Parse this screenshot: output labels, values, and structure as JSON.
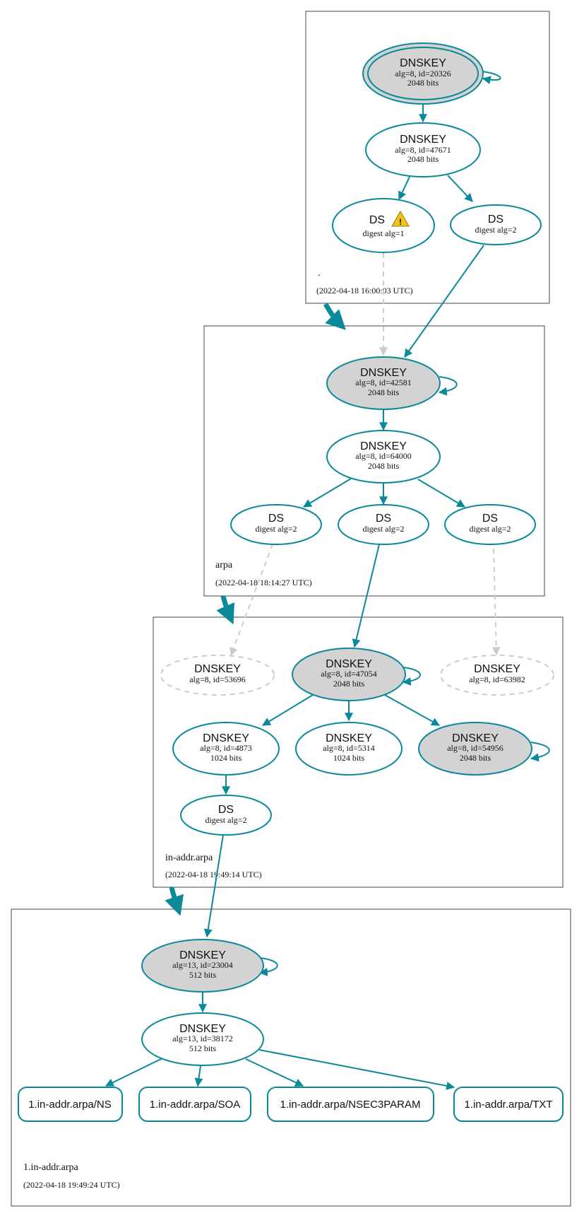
{
  "colors": {
    "edge": "#0a8a99",
    "insecure_edge": "#cccccc",
    "sep_fill": "#d3d3d3",
    "node_fill": "#ffffff",
    "warning": "#f2c418"
  },
  "zones": {
    "root": {
      "name": ".",
      "timestamp": "(2022-04-18 16:00:03 UTC)"
    },
    "arpa": {
      "name": "arpa",
      "timestamp": "(2022-04-18 18:14:27 UTC)"
    },
    "inaddr": {
      "name": "in-addr.arpa",
      "timestamp": "(2022-04-18 19:49:14 UTC)"
    },
    "one": {
      "name": "1.in-addr.arpa",
      "timestamp": "(2022-04-18 19:49:24 UTC)"
    }
  },
  "nodes": {
    "root_ksk": {
      "title": "DNSKEY",
      "line1": "alg=8, id=20326",
      "line2": "2048 bits"
    },
    "root_zsk": {
      "title": "DNSKEY",
      "line1": "alg=8, id=47671",
      "line2": "2048 bits"
    },
    "root_ds1": {
      "title": "DS",
      "line1": "digest alg=1",
      "icon": "warning-icon"
    },
    "root_ds2": {
      "title": "DS",
      "line1": "digest alg=2"
    },
    "arpa_ksk": {
      "title": "DNSKEY",
      "line1": "alg=8, id=42581",
      "line2": "2048 bits"
    },
    "arpa_zsk": {
      "title": "DNSKEY",
      "line1": "alg=8, id=64000",
      "line2": "2048 bits"
    },
    "arpa_ds1": {
      "title": "DS",
      "line1": "digest alg=2"
    },
    "arpa_ds2": {
      "title": "DS",
      "line1": "digest alg=2"
    },
    "arpa_ds3": {
      "title": "DS",
      "line1": "digest alg=2"
    },
    "inaddr_k53696": {
      "title": "DNSKEY",
      "line1": "alg=8, id=53696"
    },
    "inaddr_ksk": {
      "title": "DNSKEY",
      "line1": "alg=8, id=47054",
      "line2": "2048 bits"
    },
    "inaddr_k63982": {
      "title": "DNSKEY",
      "line1": "alg=8, id=63982"
    },
    "inaddr_k4873": {
      "title": "DNSKEY",
      "line1": "alg=8, id=4873",
      "line2": "1024 bits"
    },
    "inaddr_k5314": {
      "title": "DNSKEY",
      "line1": "alg=8, id=5314",
      "line2": "1024 bits"
    },
    "inaddr_k54956": {
      "title": "DNSKEY",
      "line1": "alg=8, id=54956",
      "line2": "2048 bits"
    },
    "inaddr_ds": {
      "title": "DS",
      "line1": "digest alg=2"
    },
    "one_ksk": {
      "title": "DNSKEY",
      "line1": "alg=13, id=23004",
      "line2": "512 bits"
    },
    "one_zsk": {
      "title": "DNSKEY",
      "line1": "alg=13, id=38172",
      "line2": "512 bits"
    }
  },
  "rrsets": {
    "ns": "1.in-addr.arpa/NS",
    "soa": "1.in-addr.arpa/SOA",
    "nsec3param": "1.in-addr.arpa/NSEC3PARAM",
    "txt": "1.in-addr.arpa/TXT"
  }
}
